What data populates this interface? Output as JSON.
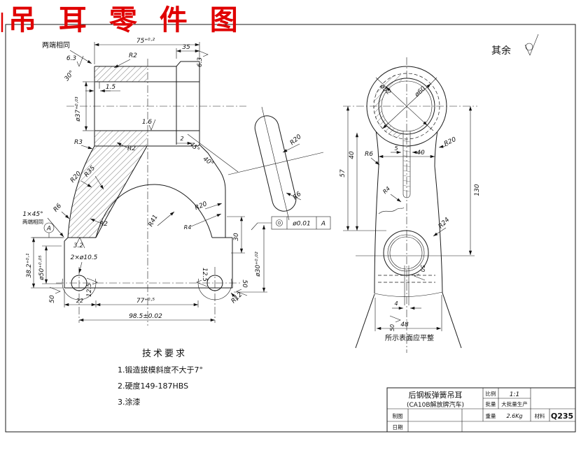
{
  "header": {
    "title": "吊 耳 零 件 图",
    "rest_label": "其余"
  },
  "fcf": {
    "symbol": "concentricity",
    "tolerance": "ø0.01",
    "datum": "A"
  },
  "main": {
    "note_both_ends": "两端相同",
    "angle_30": "30°",
    "sf_63_left": "6.3",
    "sf_63_right": "6.3",
    "dim_75": "75⁺⁰·²",
    "dim_35": "35",
    "r2_top": "R2",
    "dim_1_5": "1.5",
    "dia_37": "ø37⁺⁰·⁰³",
    "sf_16": "1.6",
    "r3": "R3",
    "r2_mid": "R2",
    "r20_left": "R20",
    "r35": "R35",
    "r6": "R6",
    "r2_low": "R2",
    "sf_32": "3.2",
    "chamfer": "1×45°",
    "chamfer_note": "两端相同",
    "datum_a": "A",
    "dim_38_2": "38.2⁺⁰·¹",
    "dia_50": "ø50⁺⁰·⁰⁵",
    "holes": "2×ø10.5",
    "sf_12_5_left": "12.5",
    "sf_12_5_right": "12.5",
    "sf_50_left": "50",
    "sf_50_right": "50",
    "r12": "R12",
    "dim_22": "22",
    "dim_77": "77⁺⁰·⁵",
    "dim_98_5": "98.5±0.02",
    "dim_2": "2",
    "angle_45": "45°",
    "angle_40": "40°",
    "r20_right": "R20",
    "r41": "R41",
    "r4": "R4",
    "dim_30": "30",
    "dia_30": "ø30⁺⁰·⁰²"
  },
  "rib_section": {
    "r20": "R20",
    "r6": "R6"
  },
  "side": {
    "dia_52": "ø52",
    "dia_60": "ø60",
    "dim_57": "57",
    "dim_40_v": "40",
    "r6": "R6",
    "r20": "R20",
    "dim_40_h": "40",
    "dim_5": "5",
    "r4": "R4",
    "r24": "R24",
    "dim_130": "130",
    "sf_50_slot": "50",
    "dim_4": "4",
    "sf_50_bottom": "50",
    "dim_48": "48",
    "flat_note": "所示表面应平整"
  },
  "tech": {
    "title": "技术要求",
    "items": [
      "1.锻造拔模斜度不大于7°",
      "2.硬度149-187HBS",
      "3.涂漆"
    ]
  },
  "title_block": {
    "part_name": "后钢板弹簧吊耳",
    "part_sub": "(CA10B解放牌汽车)",
    "scale_label": "比例",
    "scale_value": "1:1",
    "batch_label": "批量",
    "batch_value": "大批量生产",
    "weight_label": "重量",
    "weight_value": "2.6Kg",
    "material_label": "材料",
    "material_value": "Q235",
    "drawn_label": "制图",
    "date_label": "日期"
  }
}
